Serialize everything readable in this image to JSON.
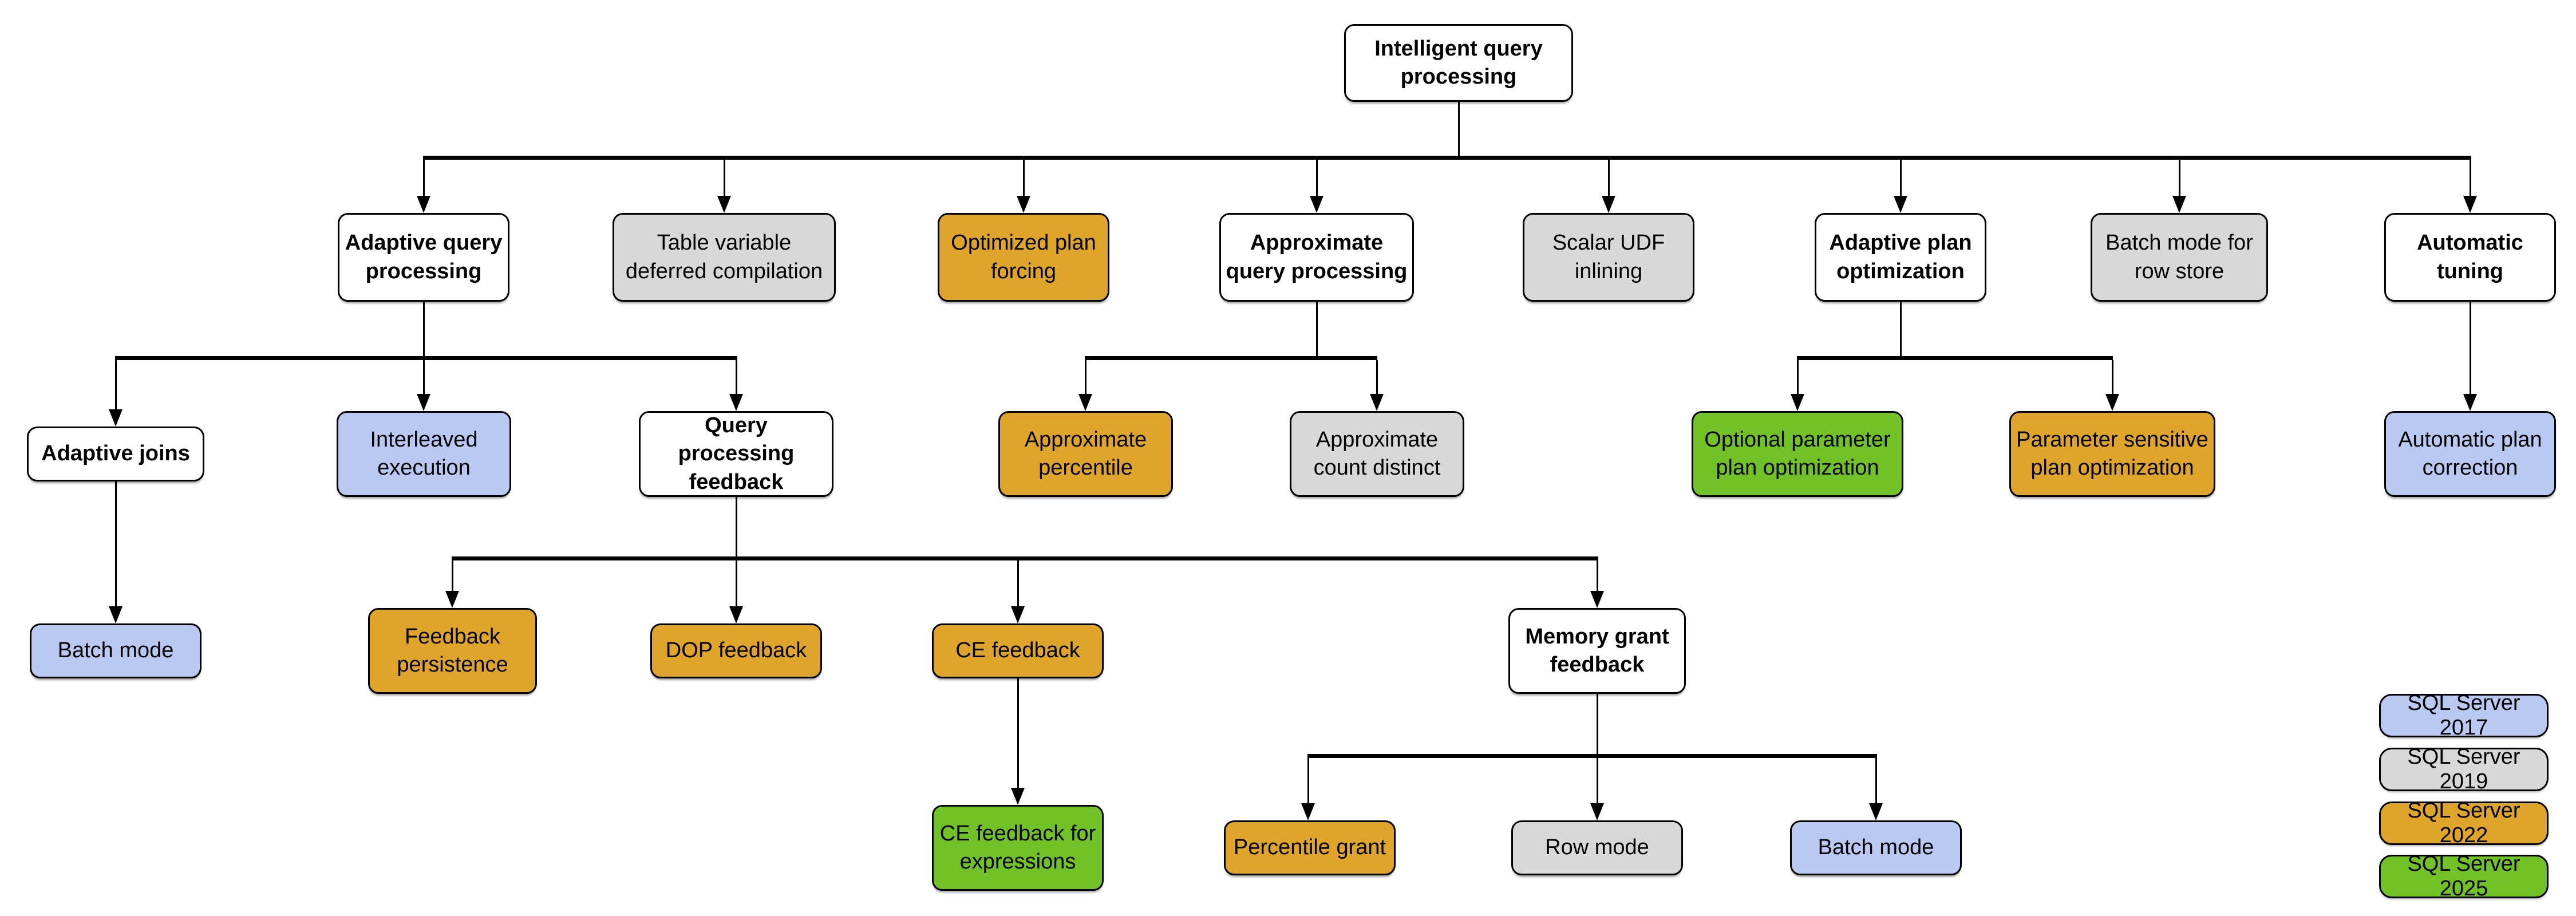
{
  "colors": {
    "category": "#ffffff",
    "2017": "#b9c9f2",
    "2019": "#d8d8d8",
    "2022": "#dfa52a",
    "2025": "#70c226",
    "border": "#000000",
    "background": "#ffffff"
  },
  "nodes": [
    {
      "id": "intelligent-query-processing",
      "label": "Intelligent query\nprocessing",
      "version": "category"
    },
    {
      "id": "adaptive-query-processing",
      "label": "Adaptive query\nprocessing",
      "version": "category"
    },
    {
      "id": "table-variable-deferred-compilation",
      "label": "Table variable\ndeferred compilation",
      "version": "2019"
    },
    {
      "id": "optimized-plan-forcing",
      "label": "Optimized plan\nforcing",
      "version": "2022"
    },
    {
      "id": "approximate-query-processing",
      "label": "Approximate\nquery processing",
      "version": "category"
    },
    {
      "id": "scalar-udf-inlining",
      "label": "Scalar UDF\ninlining",
      "version": "2019"
    },
    {
      "id": "adaptive-plan-optimization",
      "label": "Adaptive plan\noptimization",
      "version": "category"
    },
    {
      "id": "batch-mode-for-row-store",
      "label": "Batch mode for\nrow store",
      "version": "2019"
    },
    {
      "id": "automatic-tuning",
      "label": "Automatic\ntuning",
      "version": "category"
    },
    {
      "id": "adaptive-joins",
      "label": "Adaptive joins",
      "version": "category"
    },
    {
      "id": "interleaved-execution",
      "label": "Interleaved\nexecution",
      "version": "2017"
    },
    {
      "id": "query-processing-feedback",
      "label": "Query processing\nfeedback",
      "version": "category"
    },
    {
      "id": "approximate-percentile",
      "label": "Approximate\npercentile",
      "version": "2022"
    },
    {
      "id": "approximate-count-distinct",
      "label": "Approximate\ncount distinct",
      "version": "2019"
    },
    {
      "id": "optional-parameter-plan-optimization",
      "label": "Optional parameter\nplan optimization",
      "version": "2025"
    },
    {
      "id": "parameter-sensitive-plan-optimization",
      "label": "Parameter sensitive\nplan optimization",
      "version": "2022"
    },
    {
      "id": "automatic-plan-correction",
      "label": "Automatic plan\ncorrection",
      "version": "2017"
    },
    {
      "id": "batch-mode-adaptive-joins",
      "label": "Batch mode",
      "version": "2017"
    },
    {
      "id": "feedback-persistence",
      "label": "Feedback\npersistence",
      "version": "2022"
    },
    {
      "id": "dop-feedback",
      "label": "DOP feedback",
      "version": "2022"
    },
    {
      "id": "ce-feedback",
      "label": "CE feedback",
      "version": "2022"
    },
    {
      "id": "memory-grant-feedback",
      "label": "Memory grant\nfeedback",
      "version": "category"
    },
    {
      "id": "ce-feedback-for-expressions",
      "label": "CE feedback for\nexpressions",
      "version": "2025"
    },
    {
      "id": "percentile-grant",
      "label": "Percentile grant",
      "version": "2022"
    },
    {
      "id": "row-mode",
      "label": "Row mode",
      "version": "2019"
    },
    {
      "id": "batch-mode-memory-grant",
      "label": "Batch mode",
      "version": "2017"
    }
  ],
  "legend": [
    {
      "label": "SQL Server 2017",
      "version": "2017"
    },
    {
      "label": "SQL Server 2019",
      "version": "2019"
    },
    {
      "label": "SQL Server 2022",
      "version": "2022"
    },
    {
      "label": "SQL Server 2025",
      "version": "2025"
    }
  ]
}
